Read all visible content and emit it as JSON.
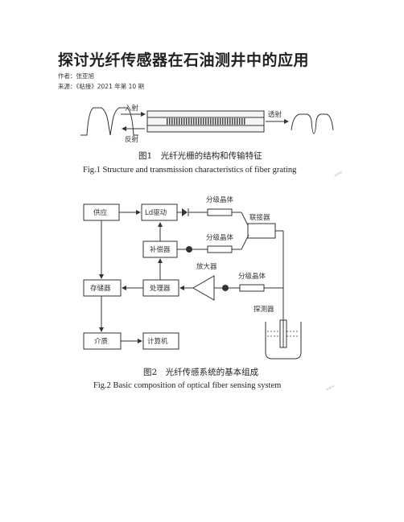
{
  "article": {
    "title": "探讨光纤传感器在石油测井中的应用",
    "author_line": "作者：张亚旭",
    "source_line": "来源：《粘接》2021 年第 10 期"
  },
  "figure1": {
    "incident_label": "入射",
    "reflect_label": "反射",
    "transmit_label": "透射",
    "caption_cn": "图1　光纤光栅的结构和传输特征",
    "caption_en": "Fig.1   Structure and transmission characteristics of fiber grating"
  },
  "figure2": {
    "supply": "供应",
    "ld_driver": "Ld驱动",
    "grating_top": "分级晶体",
    "coupler": "联接器",
    "grating_mid": "分级晶体",
    "compensator": "补偿器",
    "amplifier": "放大器",
    "grating_low": "分级晶体",
    "storage": "存储器",
    "processor": "处理器",
    "detector": "探测器",
    "medium": "介质",
    "computer": "计算机",
    "caption_cn": "图2　光纤传感系统的基本组成",
    "caption_en": "Fig.2   Basic composition of optical fiber sensing system"
  }
}
